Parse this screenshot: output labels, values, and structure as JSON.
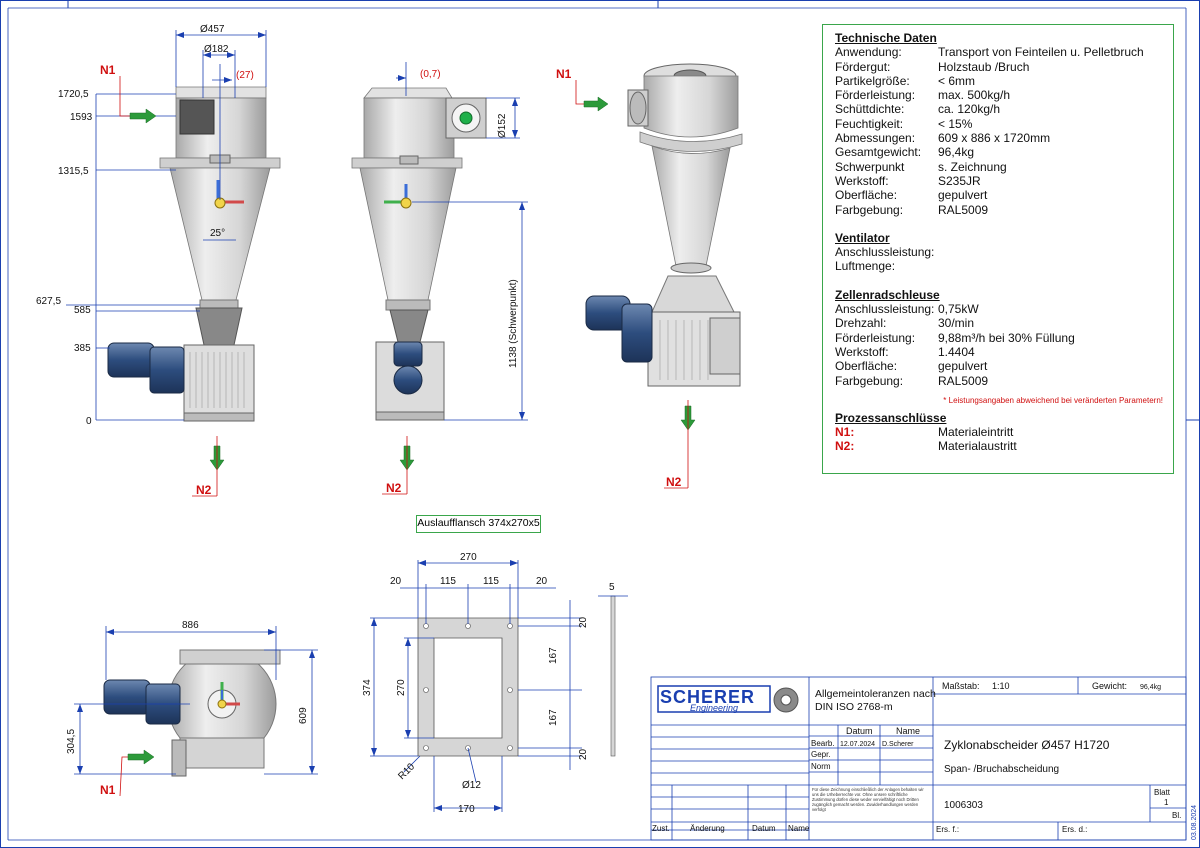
{
  "specs": {
    "technische_daten": {
      "title": "Technische Daten",
      "rows": [
        {
          "k": "Anwendung:",
          "v": "Transport von Feinteilen u. Pelletbruch"
        },
        {
          "k": "Fördergut:",
          "v": "Holzstaub /Bruch"
        },
        {
          "k": "Partikelgröße:",
          "v": "< 6mm"
        },
        {
          "k": "Förderleistung:",
          "v": "max. 500kg/h"
        },
        {
          "k": "Schüttdichte:",
          "v": "ca. 120kg/h"
        },
        {
          "k": "Feuchtigkeit:",
          "v": "< 15%"
        },
        {
          "k": "Abmessungen:",
          "v": "609 x 886 x 1720mm"
        },
        {
          "k": "Gesamtgewicht:",
          "v": "96,4kg"
        },
        {
          "k": "Schwerpunkt",
          "v": "s. Zeichnung"
        },
        {
          "k": "Werkstoff:",
          "v": "S235JR"
        },
        {
          "k": "Oberfläche:",
          "v": "gepulvert"
        },
        {
          "k": "Farbgebung:",
          "v": "RAL5009"
        }
      ]
    },
    "ventilator": {
      "title": "Ventilator",
      "rows": [
        {
          "k": "Anschlussleistung:",
          "v": ""
        },
        {
          "k": "Luftmenge:",
          "v": ""
        }
      ]
    },
    "zellenradschleuse": {
      "title": "Zellenradschleuse",
      "rows": [
        {
          "k": "Anschlussleistung:",
          "v": "0,75kW"
        },
        {
          "k": "Drehzahl:",
          "v": "30/min"
        },
        {
          "k": "Förderleistung:",
          "v": "9,88m³/h bei 30% Füllung"
        },
        {
          "k": "Werkstoff:",
          "v": "1.4404"
        },
        {
          "k": "Oberfläche:",
          "v": "gepulvert"
        },
        {
          "k": "Farbgebung:",
          "v": "RAL5009"
        }
      ]
    },
    "note": "* Leistungsangaben abweichend bei veränderten Parametern!",
    "prozess": {
      "title": "Prozessanschlüsse",
      "rows": [
        {
          "k": "N1:",
          "v": "Materialeintritt"
        },
        {
          "k": "N2:",
          "v": "Materialaustritt"
        }
      ]
    }
  },
  "drawing": {
    "front": {
      "d457": "Ø457",
      "d182": "Ø182",
      "d27": "(27)",
      "h1720": "1720,5",
      "h1593": "1593",
      "h1315": "1315,5",
      "h627": "627,5",
      "h585": "585",
      "h385": "385",
      "h0": "0",
      "angle": "25°",
      "n1": "N1",
      "n2": "N2"
    },
    "side": {
      "d07": "(0,7)",
      "d152": "Ø152",
      "h1138": "1138 (Schwerpunkt)",
      "n2": "N2"
    },
    "iso": {
      "n1": "N1",
      "n2": "N2"
    },
    "top": {
      "w886": "886",
      "h609": "609",
      "h304": "304,5",
      "n1": "N1"
    },
    "flange": {
      "label": "Auslaufflansch 374x270x5",
      "w270": "270",
      "w20a": "20",
      "w115a": "115",
      "w115b": "115",
      "w20b": "20",
      "t5": "5",
      "h20a": "20",
      "h167a": "167",
      "h167b": "167",
      "h20b": "20",
      "h374": "374",
      "h270": "270",
      "r10": "R10",
      "d12": "Ø12",
      "w170": "170"
    }
  },
  "titleblock": {
    "logo_top": "SCHERER",
    "logo_bottom": "Engineering",
    "tolerance": "Allgemeintoleranzen nach DIN ISO 2768-m",
    "massstab_label": "Maßstab:",
    "massstab": "1:10",
    "gewicht_label": "Gewicht:",
    "gewicht": "96,4kg",
    "datum_label": "Datum",
    "name_label": "Name",
    "bearb_label": "Bearb.",
    "bearb_datum": "12.07.2024",
    "bearb_name": "D.Scherer",
    "gepr_label": "Gepr.",
    "norm_label": "Norm",
    "title": "Zyklonabscheider Ø457 H1720",
    "subtitle": "Span- /Bruchabscheidung",
    "number": "1006303",
    "blatt_label": "Blatt",
    "blatt": "1",
    "bl": "Bl.",
    "ers_f": "Ers. f.:",
    "ers_d": "Ers. d.:",
    "zust": "Zust.",
    "aenderung": "Änderung",
    "datum2": "Datum",
    "name2": "Name",
    "copyright": "Für diese Zeichnung einschließlich der Anlagen behalten wir uns die Urheberrechte vor. Ohne unsere schriftliche Zustimmung dürfen diese weder vervielfältigt noch Dritten zugänglich gemacht werden. Zuwiderhandlungen werden verfolgt",
    "side_date": "03.08.2024"
  }
}
